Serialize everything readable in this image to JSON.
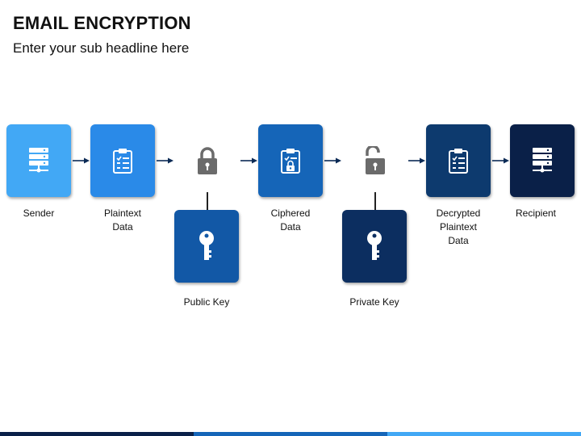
{
  "title": "EMAIL ENCRYPTION",
  "subtitle": "Enter your sub headline here",
  "colors": {
    "sender": "#42a8f5",
    "plaintext": "#2a8ae8",
    "ciphered": "#1565b8",
    "public_key": "#1258a6",
    "private_key": "#0c2e60",
    "decrypted": "#0d3a6e",
    "recipient": "#0a2048",
    "lock": "#6b6b6b",
    "arrow": "#0b2a55"
  },
  "nodes": {
    "sender": {
      "label": "Sender",
      "icon": "server-icon"
    },
    "plaintext": {
      "label": "Plaintext\nData",
      "icon": "clipboard-icon"
    },
    "ciphered": {
      "label": "Ciphered\nData",
      "icon": "clipboard-lock-icon"
    },
    "decrypted": {
      "label": "Decrypted\nPlaintext\nData",
      "icon": "clipboard-icon"
    },
    "recipient": {
      "label": "Recipient",
      "icon": "server-icon"
    }
  },
  "keys": {
    "public": {
      "label": "Public Key",
      "icon": "key-icon"
    },
    "private": {
      "label": "Private Key",
      "icon": "key-icon"
    }
  },
  "locks": {
    "closed": {
      "icon": "lock-closed-icon"
    },
    "open": {
      "icon": "lock-open-icon"
    }
  }
}
